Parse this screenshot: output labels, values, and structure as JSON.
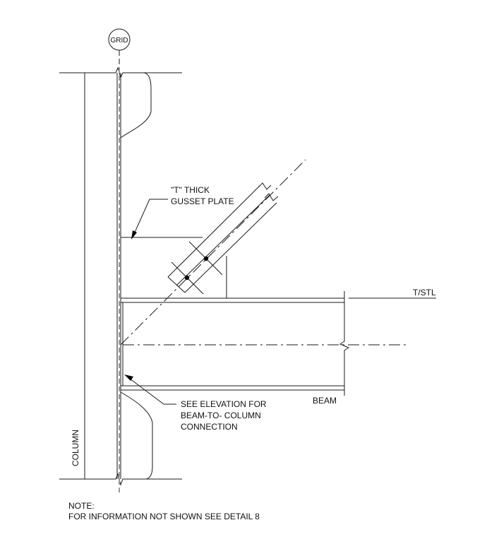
{
  "grid_label": "GRID",
  "labels": {
    "gusset_line1": "\"T\" THICK",
    "gusset_line2": "GUSSET PLATE",
    "tstl": "T/STL",
    "beam": "BEAM",
    "column": "COLUMN",
    "elevation_line1": "SEE ELEVATION FOR",
    "elevation_line2": "BEAM-TO- COLUMN",
    "elevation_line3": "CONNECTION"
  },
  "note": {
    "title": "NOTE:",
    "text": "FOR INFORMATION NOT SHOWN SEE DETAIL 8"
  }
}
